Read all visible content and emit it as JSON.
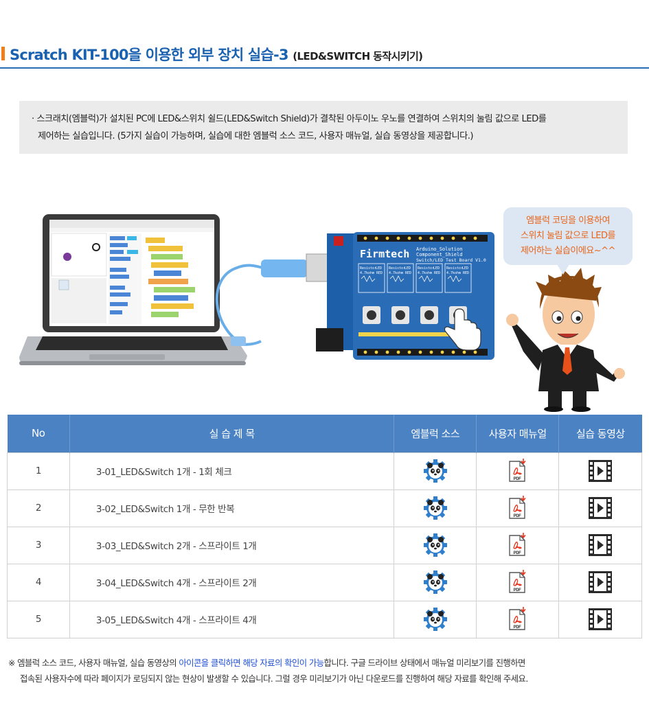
{
  "header": {
    "title": "Scratch KIT-100을 이용한 외부 장치 실습-3",
    "subtitle": "(LED&SWITCH 동작시키기)"
  },
  "intro": {
    "bullet": "·",
    "line1": "스크래치(엠블럭)가 설치된 PC에 LED&스위치 쉴드(LED&Switch Shield)가 결착된 아두이노 우노를 연결하여 스위치의 눌림 값으로 LED를",
    "line2": "제어하는 실습입니다.  (5가지 실습이 가능하며, 실습에 대한 엠블럭 소스 코드, 사용자 매뉴얼, 실습 동영상을 제공합니다.)"
  },
  "board": {
    "brand": "Firmtech",
    "label1": "Arduino_Solution",
    "label2": "Component_Shield",
    "label3": "Switch/LED Test Board V1.0",
    "module_resistor": "Resistor",
    "module_led": "LED",
    "module_value": "4.7kohm",
    "module_color": "RED"
  },
  "bubble": {
    "line1": "엠블럭 코딩을 이용하여",
    "line2": "스위치 눌림 값으로 LED를",
    "line3": "제어하는 실습이에요~^^"
  },
  "table": {
    "headers": [
      "No",
      "실 습 제 목",
      "엠블럭 소스",
      "사용자 매뉴얼",
      "실습 동영상"
    ],
    "pdf_label": "PDF",
    "rows": [
      {
        "no": "1",
        "title": "3-01_LED&Switch 1개 - 1회 체크"
      },
      {
        "no": "2",
        "title": "3-02_LED&Switch 1개 - 무한 반복"
      },
      {
        "no": "3",
        "title": "3-03_LED&Switch 2개 - 스프라이트 1개"
      },
      {
        "no": "4",
        "title": "3-04_LED&Switch 4개 - 스프라이트 2개"
      },
      {
        "no": "5",
        "title": "3-05_LED&Switch 4개 - 스프라이트 4개"
      }
    ]
  },
  "notice": {
    "mark": "※",
    "part1": " 엠블럭 소스 코드, 사용자 매뉴얼, 실습 동영상의 ",
    "highlight": "아이콘을 클릭하면 해당 자료의 확인이 가능",
    "part2": "합니다. 구글 드라이브 상태에서 매뉴얼 미리보기를 진행하면",
    "line2": "접속된 사용자수에 따라 페이지가 로딩되지 않는 현상이 발생할 수 있습니다.  그럴 경우 미리보기가 아닌 다운로드를 진행하여 해당 자료를 확인해 주세요."
  },
  "colors": {
    "title_blue": "#1a61b0",
    "accent_orange": "#f07f1a",
    "table_header": "#4a82c3",
    "highlight_blue": "#1f4fd1",
    "board_blue": "#2b6cb6"
  },
  "icons": {
    "source": "panda-gear-icon",
    "manual": "pdf-icon",
    "video": "film-play-icon"
  }
}
